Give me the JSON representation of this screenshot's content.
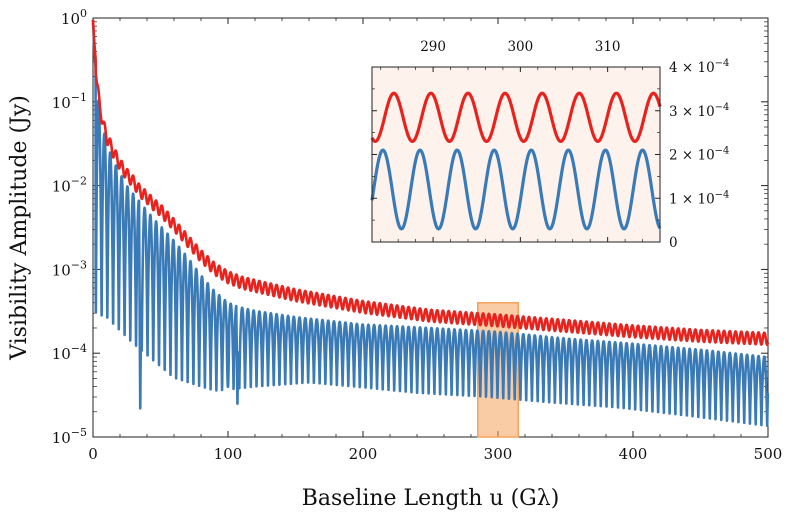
{
  "chart_data": [
    {
      "type": "line",
      "scale": {
        "x": "linear",
        "y": "log"
      },
      "xlabel": "Baseline Length u (Gλ)",
      "ylabel": "Visibility Amplitude (Jy)",
      "xlim": [
        0,
        500
      ],
      "ylim": [
        1e-05,
        1
      ],
      "x_ticks": [
        {
          "value": 0,
          "label": "0"
        },
        {
          "value": 100,
          "label": "100"
        },
        {
          "value": 200,
          "label": "200"
        },
        {
          "value": 300,
          "label": "300"
        },
        {
          "value": 400,
          "label": "400"
        },
        {
          "value": 500,
          "label": "500"
        }
      ],
      "y_ticks": [
        {
          "value": 1,
          "base": "10",
          "exp": "0"
        },
        {
          "value": 0.1,
          "base": "10",
          "exp": "−1"
        },
        {
          "value": 0.01,
          "base": "10",
          "exp": "−2"
        },
        {
          "value": 0.001,
          "base": "10",
          "exp": "−3"
        },
        {
          "value": 0.0001,
          "base": "10",
          "exp": "−4"
        },
        {
          "value": 1e-05,
          "base": "10",
          "exp": "−5"
        }
      ],
      "series": [
        {
          "color": "#e8231e",
          "x": [
            0,
            1,
            3,
            5,
            8,
            10,
            15,
            20,
            25,
            30,
            35,
            40,
            45,
            50,
            60,
            70,
            80,
            90,
            100,
            110,
            120,
            150,
            200,
            250,
            300,
            350,
            400,
            450,
            500
          ],
          "envelope": [
            0.95,
            0.5,
            0.2,
            0.1,
            0.06,
            0.045,
            0.03,
            0.021,
            0.016,
            0.013,
            0.01,
            0.0085,
            0.007,
            0.006,
            0.004,
            0.0026,
            0.0017,
            0.0012,
            0.00095,
            0.00082,
            0.00075,
            0.00058,
            0.00042,
            0.00033,
            0.00029,
            0.00025,
            0.000215,
            0.00019,
            0.000175
          ],
          "ripple_period": 4.25,
          "ripple_min_fraction": 0.72
        },
        {
          "color": "#3a7ab7",
          "x": [
            0,
            1,
            3,
            5,
            8,
            10,
            15,
            20,
            25,
            30,
            35,
            40,
            45,
            50,
            60,
            70,
            80,
            90,
            100,
            110,
            120,
            150,
            200,
            250,
            300,
            350,
            400,
            450,
            500
          ],
          "envelope": [
            0.95,
            0.4,
            0.15,
            0.08,
            0.045,
            0.032,
            0.02,
            0.014,
            0.01,
            0.0079,
            0.0063,
            0.005,
            0.004,
            0.0033,
            0.0022,
            0.0014,
            0.00085,
            0.00055,
            0.0004,
            0.00035,
            0.00032,
            0.00027,
            0.00022,
            0.0002,
            0.00018,
            0.00015,
            0.00013,
            0.00011,
            9e-05
          ],
          "ripple_period": 4.25,
          "ripple_floor": [
            0.0002,
            0.0001,
            4e-05,
            3e-05,
            3.5e-05,
            4e-05,
            3.5e-05,
            3e-05,
            2.7e-05,
            2.3e-05,
            2e-05,
            1.6e-05,
            1.2e-05
          ],
          "ripple_floor_x": [
            10,
            30,
            60,
            90,
            120,
            160,
            200,
            240,
            290,
            340,
            390,
            440,
            500
          ],
          "deep_nulls": [
            {
              "x": 35,
              "y": 2.2e-05
            },
            {
              "x": 100,
              "y": 4e-05
            },
            {
              "x": 107,
              "y": 2.5e-05
            }
          ]
        }
      ],
      "highlight": {
        "x_range": [
          285,
          315
        ],
        "y_range": [
          1e-05,
          0.0004
        ],
        "color": "#f5a25d"
      }
    },
    {
      "type": "line",
      "role": "inset",
      "scale": {
        "x": "linear",
        "y": "linear"
      },
      "xlim": [
        283,
        316
      ],
      "ylim": [
        0,
        0.0004
      ],
      "background": "#fdf3ec",
      "x_ticks": [
        {
          "value": 290,
          "label": "290"
        },
        {
          "value": 300,
          "label": "300"
        },
        {
          "value": 310,
          "label": "310"
        }
      ],
      "y_ticks": [
        {
          "value": 0,
          "label": "0"
        },
        {
          "value": 0.0001,
          "label": "1 × 10",
          "exp": "−4"
        },
        {
          "value": 0.0002,
          "label": "2 × 10",
          "exp": "−4"
        },
        {
          "value": 0.0003,
          "label": "3 × 10",
          "exp": "−4"
        },
        {
          "value": 0.0004,
          "label": "4 × 10",
          "exp": "−4"
        }
      ],
      "series": [
        {
          "color": "#e8231e",
          "period": 4.25,
          "min": 0.00023,
          "max": 0.00034,
          "peak_x": 285.5
        },
        {
          "color": "#3a7ab7",
          "period": 4.25,
          "min": 3e-05,
          "max": 0.00021,
          "peak_x": 284.25
        }
      ]
    }
  ]
}
